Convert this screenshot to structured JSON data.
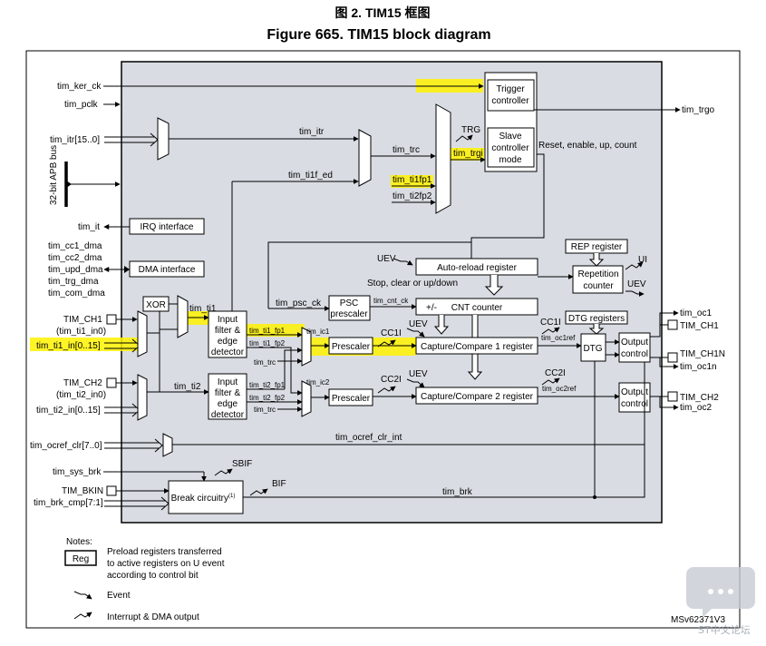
{
  "title": {
    "cn": "图 2. TIM15 框图",
    "en": "Figure 665. TIM15 block diagram"
  },
  "blocks": {
    "trigger_controller": "Trigger controller",
    "slave_controller": "Slave controller mode",
    "irq_interface": "IRQ interface",
    "dma_interface": "DMA interface",
    "xor": "XOR",
    "input_filter": "Input filter & edge detector",
    "psc_prescaler": "PSC prescaler",
    "cnt_counter": "CNT counter",
    "autoreload": "Auto-reload register",
    "rep_register": "REP register",
    "repetition_counter": "Repetition counter",
    "dtg_registers": "DTG registers",
    "dtg": "DTG",
    "output_control": "Output control",
    "prescaler": "Prescaler",
    "cc1": "Capture/Compare 1 register",
    "cc2": "Capture/Compare 2 register",
    "break_circuitry": "Break circuitry",
    "break_sup": "(1)"
  },
  "signals": {
    "tim_ker_ck": "tim_ker_ck",
    "tim_pclk": "tim_pclk",
    "tim_itr": "tim_itr[15..0]",
    "apb_bus": "32-bit APB bus",
    "tim_it": "tim_it",
    "tim_cc1_dma": "tim_cc1_dma",
    "tim_cc2_dma": "tim_cc2_dma",
    "tim_upd_dma": "tim_upd_dma",
    "tim_trg_dma": "tim_trg_dma",
    "tim_com_dma": "tim_com_dma",
    "tim_ch1": "TIM_CH1",
    "tim_ti1_in0": "(tim_ti1_in0)",
    "tim_ti1_in": "tim_ti1_in[0..15]",
    "tim_ch2": "TIM_CH2",
    "tim_ti2_in0": "(tim_ti2_in0)",
    "tim_ti2_in": "tim_ti2_in[0..15]",
    "tim_ocref_clr": "tim_ocref_clr[7..0]",
    "tim_sys_brk": "tim_sys_brk",
    "tim_bkin": "TIM_BKIN",
    "tim_brk_cmp": "tim_brk_cmp[7:1]",
    "tim_itr_int": "tim_itr",
    "tim_ti1f_ed": "tim_ti1f_ed",
    "tim_trc": "tim_trc",
    "trg": "TRG",
    "tim_trgi": "tim_trgi",
    "tim_ti1fp1": "tim_ti1fp1",
    "tim_ti2fp2": "tim_ti2fp2",
    "tim_trgo": "tim_trgo",
    "reset_enable": "Reset, enable, up, count",
    "uev": "UEV",
    "stop_clear": "Stop, clear or up/down",
    "ui": "UI",
    "tim_psc_ck": "tim_psc_ck",
    "tim_cnt_ck": "tim_cnt_ck",
    "plus_minus": "+/-",
    "tim_ti1": "tim_ti1",
    "tim_ti2": "tim_ti2",
    "tim_ti1_fp1": "tim_ti1_fp1",
    "tim_ti1_fp2": "tim_ti1_fp2",
    "tim_ti2_fp1": "tim_ti2_fp1",
    "tim_ti2_fp2": "tim_ti2_fp2",
    "tim_ic1": "tim_ic1",
    "tim_ic2": "tim_ic2",
    "cc1i": "CC1I",
    "cc2i": "CC2I",
    "tim_oc1ref": "tim_oc1ref",
    "tim_oc2ref": "tim_oc2ref",
    "tim_oc1": "tim_oc1",
    "tim_oc1_ch1": "TIM_CH1",
    "tim_ch1n": "TIM_CH1N",
    "tim_oc1n": "tim_oc1n",
    "tim_ch2_out": "TIM_CH2",
    "tim_oc2": "tim_oc2",
    "tim_ocref_clr_int": "tim_ocref_clr_int",
    "sbif": "SBIF",
    "bif": "BIF",
    "tim_brk": "tim_brk"
  },
  "notes": {
    "heading": "Notes:",
    "reg": "Reg",
    "reg_desc_1": "Preload registers transferred",
    "reg_desc_2": "to active registers on U event",
    "reg_desc_3": "according to control bit",
    "event": "Event",
    "irq_dma": "Interrupt & DMA output"
  },
  "ref_code": "MSv62371V3",
  "watermark": "ST中文论坛",
  "colors": {
    "highlight": "#fff200",
    "panel": "#d9dde3",
    "watermark": "#c7ccd3"
  }
}
